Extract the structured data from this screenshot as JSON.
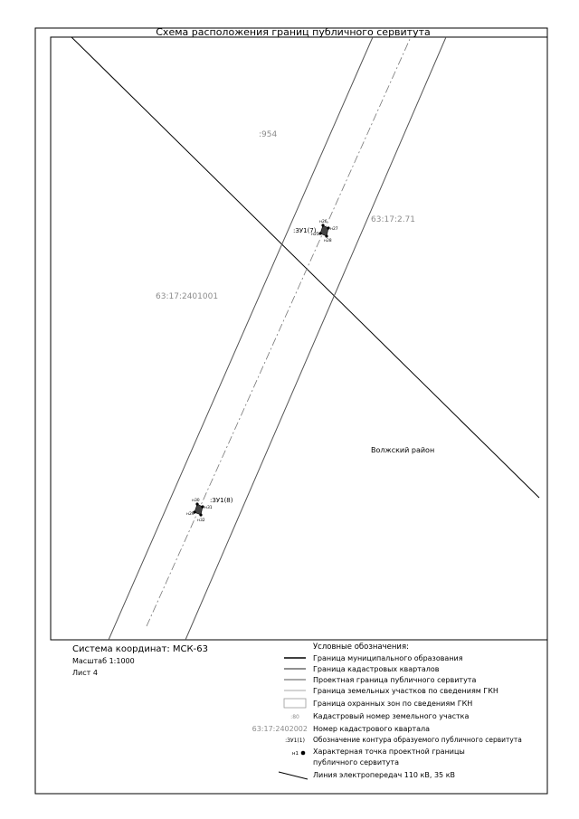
{
  "title": "Схема расположения границ публичного сервитута",
  "map": {
    "parcel_label": ":954",
    "quarter_right": "63:17:2.71",
    "quarter_left": "63:17:2401001",
    "district_label": "Волжский район",
    "contour_upper": ":ЗУ1(7)",
    "contour_lower": ":ЗУ1(8)",
    "points_upper": [
      "н26",
      "н27",
      "н28",
      "н25"
    ],
    "points_lower": [
      "н30",
      "н31",
      "н29",
      "н32"
    ]
  },
  "info": {
    "coord_system": "Система координат: МСК-63",
    "scale": "Масштаб 1:1000",
    "sheet": "Лист 4"
  },
  "legend": {
    "title": "Условные обозначения:",
    "items": [
      {
        "sample": "",
        "text": "Граница муниципального образования"
      },
      {
        "sample": "",
        "text": "Граница кадастровых кварталов"
      },
      {
        "sample": "",
        "text": "Проектная граница публичного сервитута"
      },
      {
        "sample": "",
        "text": "Граница земельных участков по сведениям ГКН"
      },
      {
        "sample": "",
        "text": "Граница охранных зон по сведениям ГКН"
      },
      {
        "sample": ":80",
        "text": "Кадастровый номер земельного участка"
      },
      {
        "sample": "63:17:2402002",
        "text": "Номер кадастрового квартала"
      },
      {
        "sample": ":ЗУ1(1)",
        "text": "Обозначение контура образуемого публичного сервитута"
      },
      {
        "sample": "н1",
        "text": "Характерная точка проектной границы"
      },
      {
        "sample": "",
        "text": "публичного сервитута"
      },
      {
        "sample": "",
        "text": "Линия электропередач 110 кВ, 35 кВ"
      }
    ]
  },
  "colors": {
    "line": "#000000",
    "quarter_text": "#8c8c8c",
    "project_boundary": "#555555",
    "thin_line": "#8a8a8a"
  }
}
